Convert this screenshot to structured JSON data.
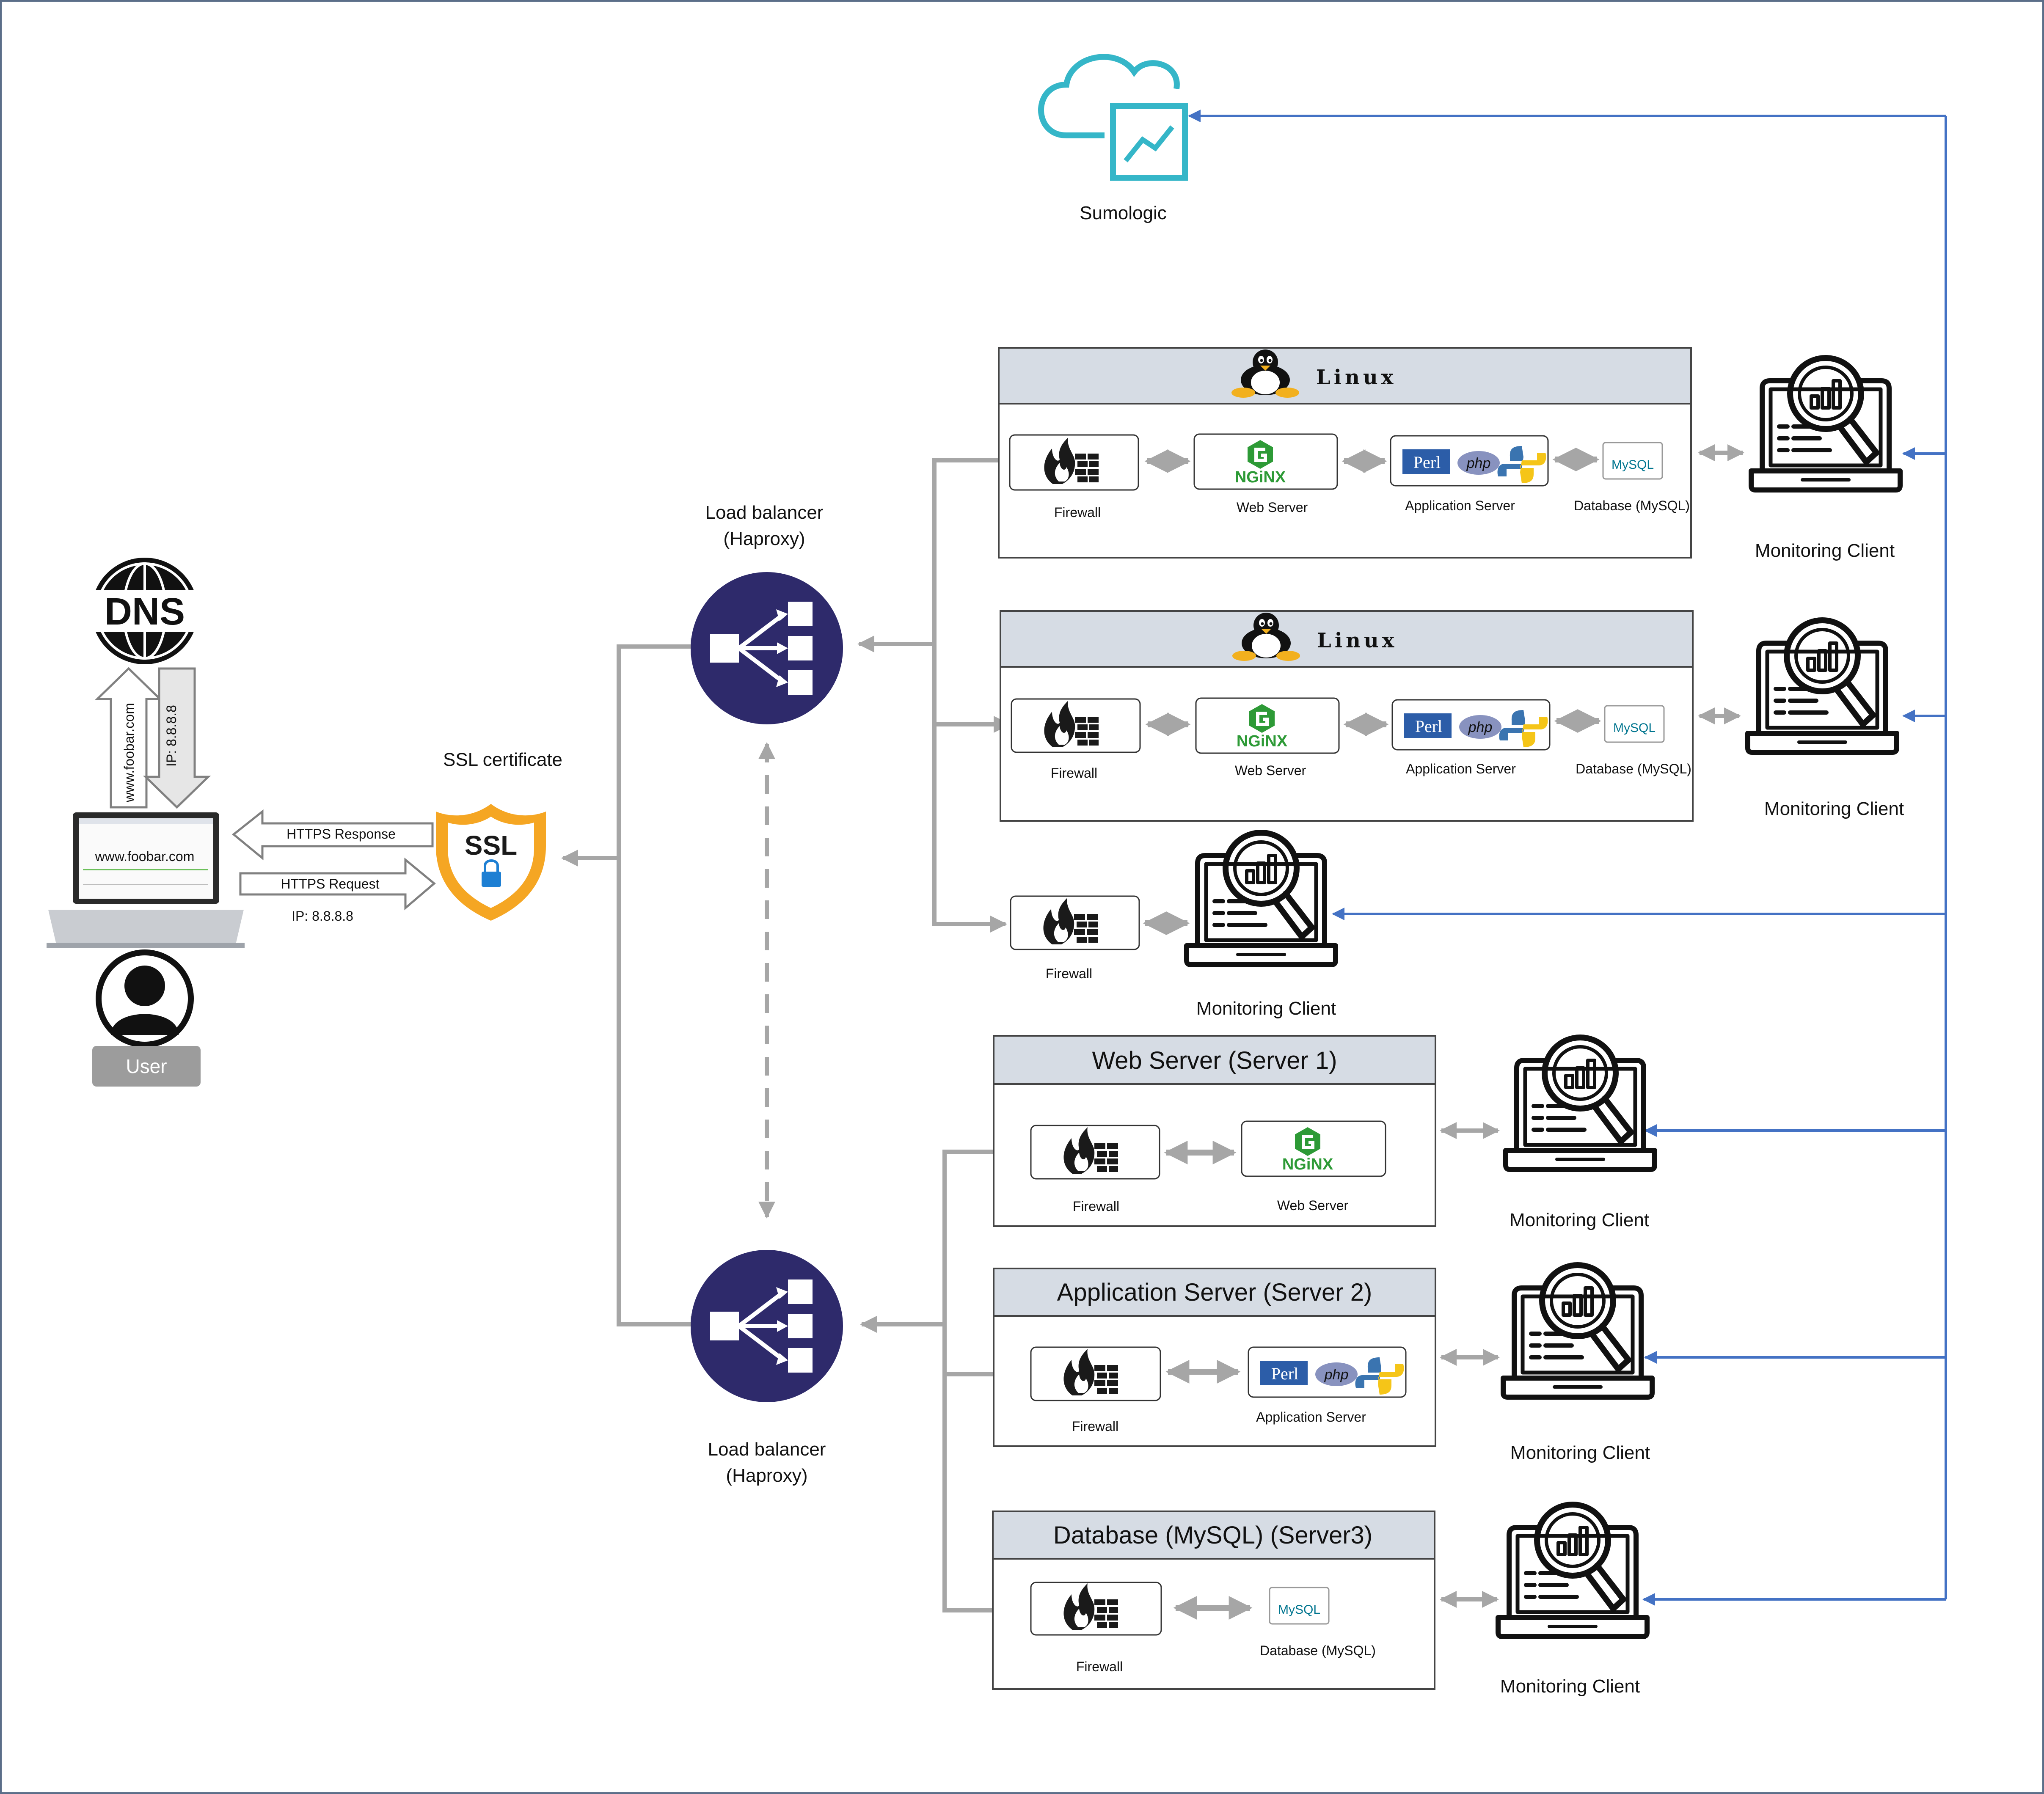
{
  "colors": {
    "connector_gray": "#a6a6a6",
    "monitoring_blue": "#4472c4",
    "load_balancer_navy": "#2e2a6b",
    "sumologic_teal": "#35b6c8",
    "server_header_fill": "#d6dce4",
    "ssl_shield_orange": "#f5a623",
    "nginx_green": "#2d9a36",
    "user_label_gray": "#9c9c9c"
  },
  "icons": {
    "dns": "dns-globe-icon",
    "laptop": "laptop-browser-icon",
    "user": "user-avatar-icon",
    "ssl": "ssl-shield-icon",
    "load_balancer": "load-balancer-icon",
    "sumologic": "cloud-chart-icon",
    "firewall": "firewall-flame-brick-icon",
    "nginx": "nginx-logo-icon",
    "perl": "perl-logo-icon",
    "php": "php-logo-icon",
    "python": "python-logo-icon",
    "mysql": "mysql-logo-icon",
    "monitoring": "monitoring-laptop-magnifier-icon",
    "linux": "tux-penguin-icon"
  },
  "sumologic": {
    "label": "Sumologic"
  },
  "dns": {
    "label": "DNS",
    "query": "www.foobar.com",
    "answer": "IP: 8.8.8.8"
  },
  "client": {
    "browser_url": "www.foobar.com",
    "https_response": "HTTPS Response",
    "https_request": "HTTPS Request",
    "ip": "IP: 8.8.8.8",
    "user_label": "User"
  },
  "ssl": {
    "label": "SSL certificate",
    "badge": "SSL"
  },
  "load_balancers": [
    {
      "label_line1": "Load balancer",
      "label_line2": "(Haproxy)"
    },
    {
      "label_line1": "Load balancer",
      "label_line2": "(Haproxy)"
    }
  ],
  "linux_servers": [
    {
      "title": "Linux",
      "firewall_label": "Firewall",
      "web_label": "Web Server",
      "app_label": "Application Server",
      "db_label": "Database (MySQL)",
      "monitor_label": "Monitoring Client"
    },
    {
      "title": "Linux",
      "firewall_label": "Firewall",
      "web_label": "Web Server",
      "app_label": "Application Server",
      "db_label": "Database (MySQL)",
      "monitor_label": "Monitoring Client"
    }
  ],
  "standalone_firewall": {
    "firewall_label": "Firewall",
    "monitor_label": "Monitoring Client"
  },
  "dedicated_servers": [
    {
      "title": "Web Server (Server 1)",
      "firewall_label": "Firewall",
      "component_label": "Web Server",
      "monitor_label": "Monitoring Client"
    },
    {
      "title": "Application Server (Server 2)",
      "firewall_label": "Firewall",
      "component_label": "Application Server",
      "monitor_label": "Monitoring Client"
    },
    {
      "title": "Database (MySQL) (Server3)",
      "firewall_label": "Firewall",
      "component_label": "Database (MySQL)",
      "monitor_label": "Monitoring Client"
    }
  ],
  "logos": {
    "nginx": "NGiNX",
    "perl": "Perl",
    "php": "php",
    "mysql": "MySQL"
  }
}
